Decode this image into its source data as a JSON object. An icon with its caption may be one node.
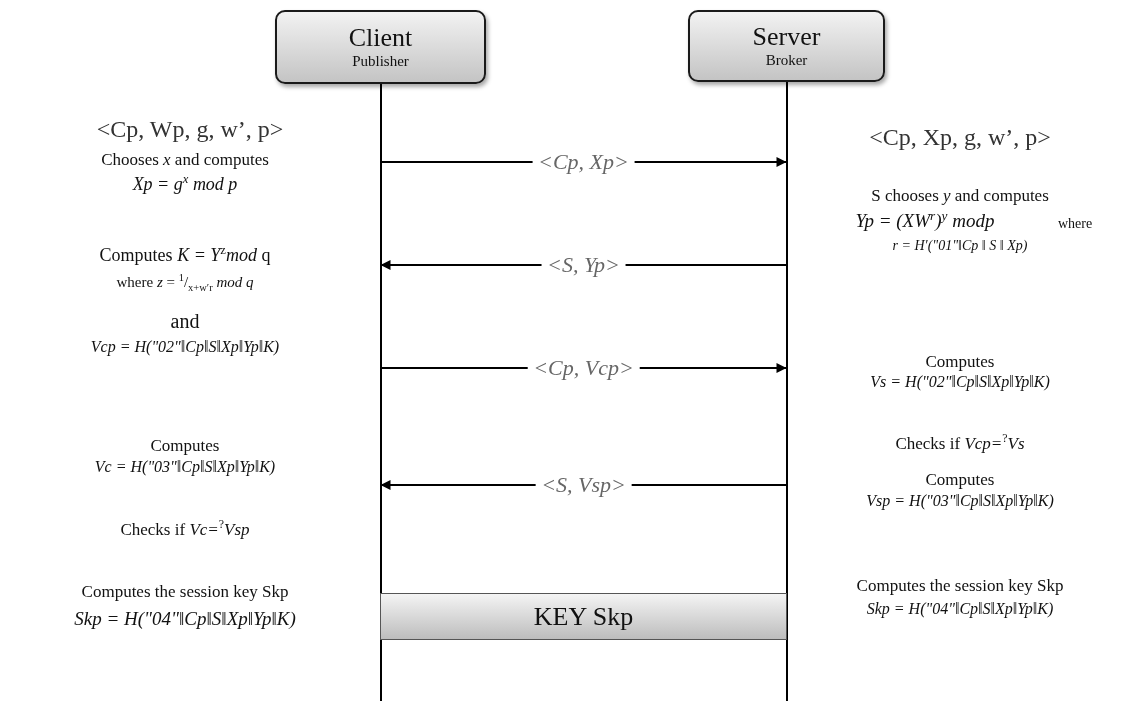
{
  "diagram": {
    "nodes": [
      {
        "text": [
          "Client",
          "Publisher"
        ]
      },
      {
        "text": [
          "Server",
          "Broker"
        ]
      },
      {
        "text": [
          "KEY Skp"
        ]
      }
    ],
    "edges": [
      {
        "from": 0,
        "to": 1,
        "arrow": "to",
        "label": "<Cp,  Xp>"
      },
      {
        "from": 1,
        "to": 0,
        "arrow": "to",
        "label": "<S,  Yp>"
      },
      {
        "from": 0,
        "to": 1,
        "arrow": "to",
        "label": "<Cp,  Vcp>"
      },
      {
        "from": 1,
        "to": 0,
        "arrow": "to",
        "label": "<S,  Vsp>"
      }
    ],
    "labels": [
      "<Cp, Wp, g, w’, p>",
      "<Cp, Xp, g, w’, p>",
      "Chooses *x*  and computes",
      "Xp = g$^{x}$ mod p",
      "S chooses *y* and computes",
      "Yp = (XW$^{r}$)$^{y}$ modp",
      "where",
      "r = H′(\"01\"‖Cp ‖ S ‖ Xp)",
      "Computes *K = Y*$^{z}$*mod* q",
      "where *z* = $^{1}$/$_{x+w′r}$ *mod q*",
      "and",
      "Vcp = H(\"02\"‖Cp‖S‖Xp‖Yp‖K)",
      "Computes",
      "Vs = H(\"02\"‖Cp‖S‖Xp‖Yp‖K)",
      "Checks if *Vcp=*$^{?}$*Vs*",
      "Computes",
      "Vc = H(\"03\"‖Cp‖S‖Xp‖Yp‖K)",
      "Computes",
      "Vsp = H(\"03\"‖Cp‖S‖Xp‖Yp‖K)",
      "Checks if *Vc=*$^{?}$*Vsp*",
      "Computes the session key Skp",
      "Skp = H(\"04\"‖Cp‖S‖Xp‖Yp‖K)",
      "Computes the session key Skp",
      "Skp = H(\"04\"‖Cp‖S‖Xp‖Yp‖K)"
    ]
  }
}
